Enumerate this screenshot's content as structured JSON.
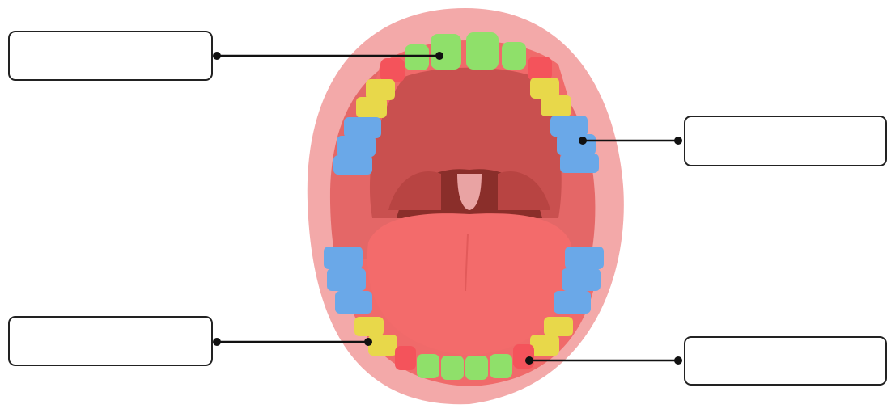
{
  "diagram": {
    "labels": [
      {
        "id": "top-left",
        "text": ""
      },
      {
        "id": "top-right",
        "text": ""
      },
      {
        "id": "bottom-left",
        "text": ""
      },
      {
        "id": "bottom-right",
        "text": ""
      }
    ],
    "tooth_colors": {
      "incisor": "#8fe06a",
      "canine": "#f4535b",
      "premolar": "#e8d84a",
      "molar": "#6aa8e8"
    },
    "mouth_colors": {
      "lips": "#f2a3a3",
      "gum": "#f06a6a",
      "palate": "#c95050",
      "throat": "#8a2e2a",
      "tongue": "#f36b6b"
    }
  }
}
